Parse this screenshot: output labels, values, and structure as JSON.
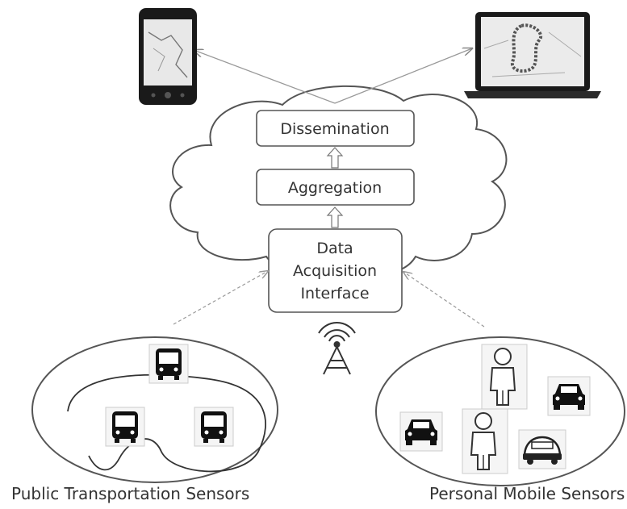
{
  "diagram": {
    "blocks": {
      "dissemination": "Dissemination",
      "aggregation": "Aggregation",
      "acquisition_line1": "Data",
      "acquisition_line2": "Acquisition",
      "acquisition_line3": "Interface"
    },
    "groups": {
      "public": {
        "caption": "Public Transportation Sensors"
      },
      "personal": {
        "caption": "Personal Mobile Sensors"
      }
    },
    "icons": {
      "phone": "smartphone-icon",
      "laptop": "laptop-icon",
      "tower": "radio-tower-icon",
      "bus": "bus-icon",
      "car": "car-icon",
      "person": "person-icon"
    },
    "colors": {
      "stroke": "#555555",
      "box_fill": "#ffffff",
      "text": "#333333"
    }
  }
}
